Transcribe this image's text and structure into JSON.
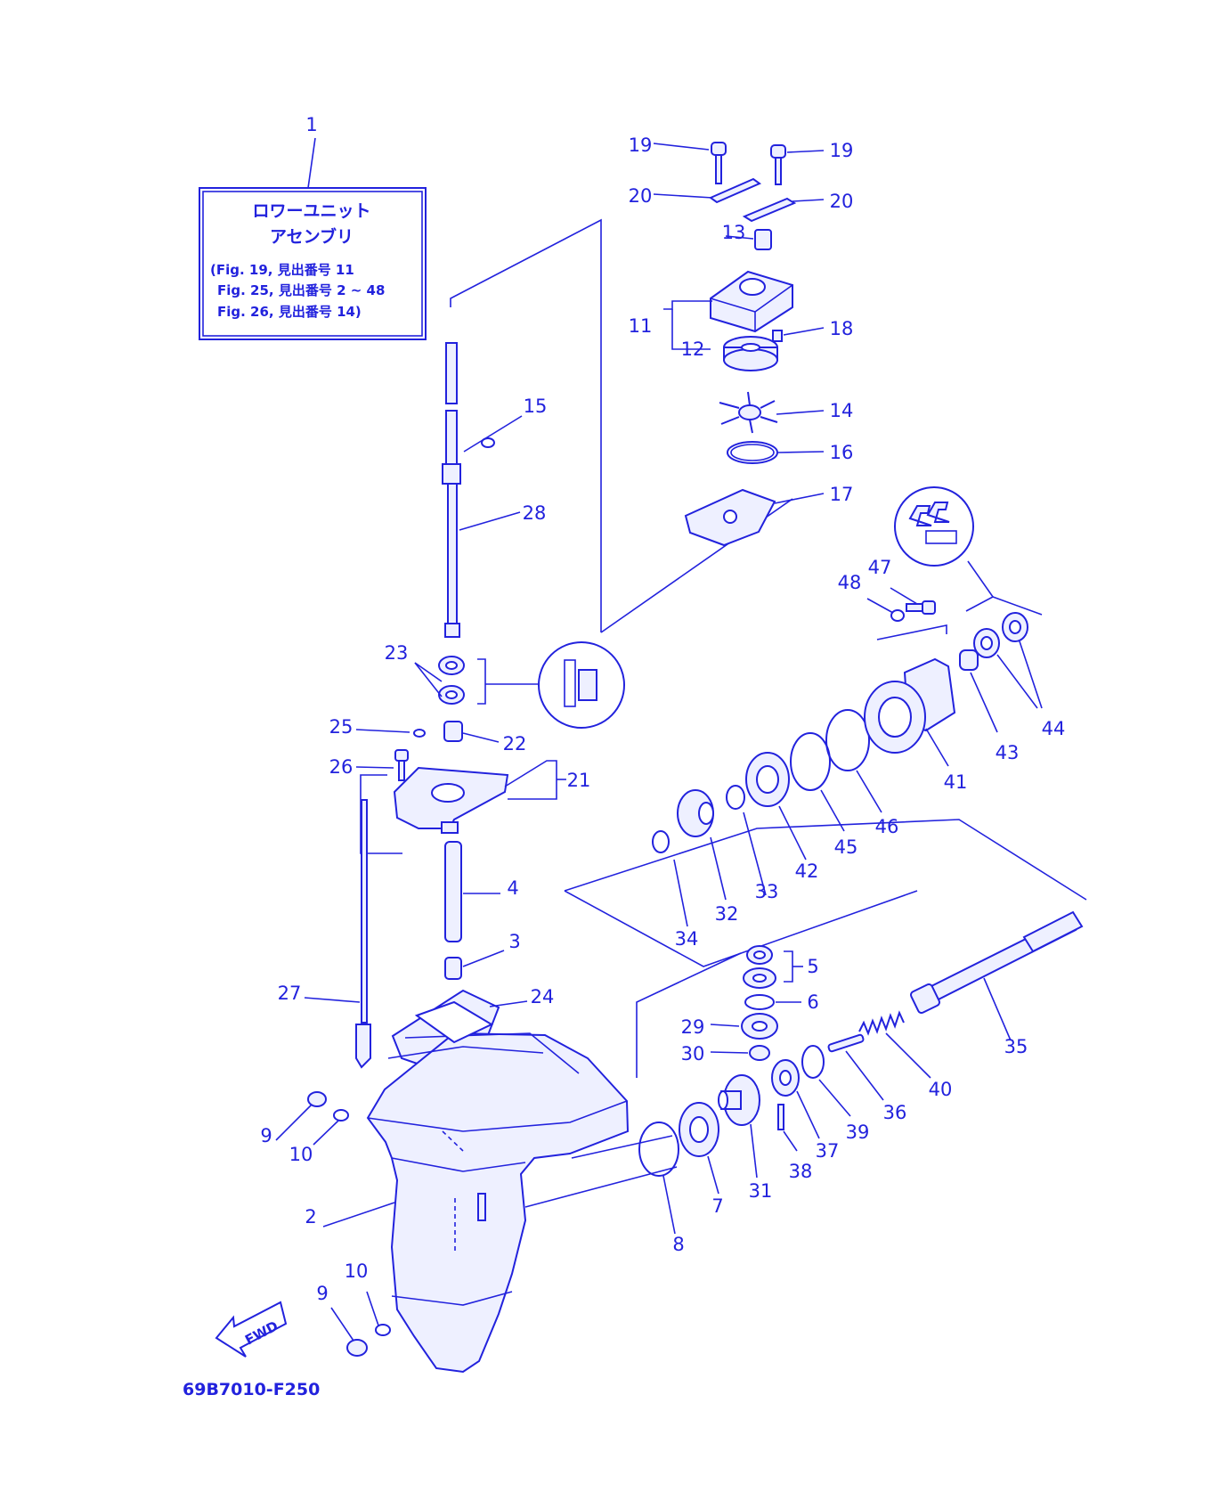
{
  "assembly_box": {
    "line1": "ロワーユニット",
    "line2": "アセンブリ",
    "ref1": "(Fig. 19, 見出番号 11",
    "ref2": "Fig. 25, 見出番号 2 ~ 48",
    "ref3": "Fig. 26, 見出番号 14)"
  },
  "callouts": {
    "c1": "1",
    "c2": "2",
    "c3": "3",
    "c4": "4",
    "c5": "5",
    "c6": "6",
    "c7": "7",
    "c8": "8",
    "c9a": "9",
    "c9b": "9",
    "c10a": "10",
    "c10b": "10",
    "c11": "11",
    "c12": "12",
    "c13": "13",
    "c14": "14",
    "c15": "15",
    "c16": "16",
    "c17": "17",
    "c18": "18",
    "c19a": "19",
    "c19b": "19",
    "c20a": "20",
    "c20b": "20",
    "c21": "21",
    "c22": "22",
    "c23": "23",
    "c24": "24",
    "c25": "25",
    "c26": "26",
    "c27": "27",
    "c28": "28",
    "c29": "29",
    "c30": "30",
    "c31": "31",
    "c32": "32",
    "c33": "33",
    "c34": "34",
    "c35": "35",
    "c36": "36",
    "c37": "37",
    "c38": "38",
    "c39": "39",
    "c40": "40",
    "c41": "41",
    "c42": "42",
    "c43": "43",
    "c44": "44",
    "c45": "45",
    "c46": "46",
    "c47": "47",
    "c48": "48"
  },
  "fwd_label": "FWD",
  "drawing_code": "69B7010-F250",
  "colors": {
    "ink": "#2222dd",
    "paper": "#ffffff",
    "part_fill": "#eef0ff"
  }
}
